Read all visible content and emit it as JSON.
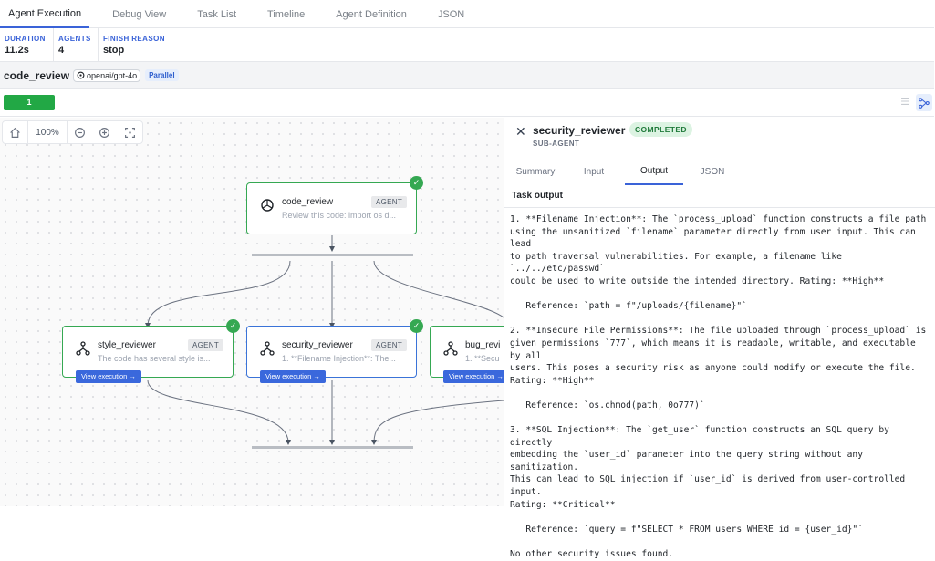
{
  "tabs": [
    {
      "label": "Agent Execution",
      "active": true
    },
    {
      "label": "Debug View"
    },
    {
      "label": "Task List"
    },
    {
      "label": "Timeline"
    },
    {
      "label": "Agent Definition"
    },
    {
      "label": "JSON"
    }
  ],
  "stats": [
    {
      "label": "DURATION",
      "value": "11.2s"
    },
    {
      "label": "AGENTS",
      "value": "4"
    },
    {
      "label": "FINISH REASON",
      "value": "stop"
    }
  ],
  "agent": {
    "name": "code_review",
    "model": "openai/gpt-4o",
    "badge": "Parallel"
  },
  "iteration": {
    "label": "1",
    "color": "#22a845"
  },
  "zoom": {
    "level": "100%"
  },
  "nodes": {
    "root": {
      "name": "code_review",
      "tag": "AGENT",
      "desc": "Review this code: import os d..."
    },
    "style": {
      "name": "style_reviewer",
      "tag": "AGENT",
      "desc": "The code has several style is...",
      "action": "View execution →"
    },
    "security": {
      "name": "security_reviewer",
      "tag": "AGENT",
      "desc": "1. **Filename Injection**: The...",
      "action": "View execution →"
    },
    "bug": {
      "name": "bug_revi",
      "desc": "1. **Secu",
      "action": "View execution →"
    }
  },
  "panel": {
    "title": "security_reviewer",
    "status": "COMPLETED",
    "subtitle": "SUB-AGENT",
    "tabs": [
      "Summary",
      "Input",
      "Output",
      "JSON"
    ],
    "active_tab": "Output",
    "output_heading": "Task output",
    "output_text": "1. **Filename Injection**: The `process_upload` function constructs a file path\nusing the unsanitized `filename` parameter directly from user input. This can lead\nto path traversal vulnerabilities. For example, a filename like `../../etc/passwd`\ncould be used to write outside the intended directory. Rating: **High**\n\n   Reference: `path = f\"/uploads/{filename}\"`\n\n2. **Insecure File Permissions**: The file uploaded through `process_upload` is\ngiven permissions `777`, which means it is readable, writable, and executable by all\nusers. This poses a security risk as anyone could modify or execute the file.\nRating: **High**\n\n   Reference: `os.chmod(path, 0o777)`\n\n3. **SQL Injection**: The `get_user` function constructs an SQL query by directly\nembedding the `user_id` parameter into the query string without any sanitization.\nThis can lead to SQL injection if `user_id` is derived from user-controlled input.\nRating: **Critical**\n\n   Reference: `query = f\"SELECT * FROM users WHERE id = {user_id}\"`\n\nNo other security issues found."
  },
  "colors": {
    "accent": "#3a63d8",
    "success": "#35a852",
    "selected": "#3a73d8"
  }
}
